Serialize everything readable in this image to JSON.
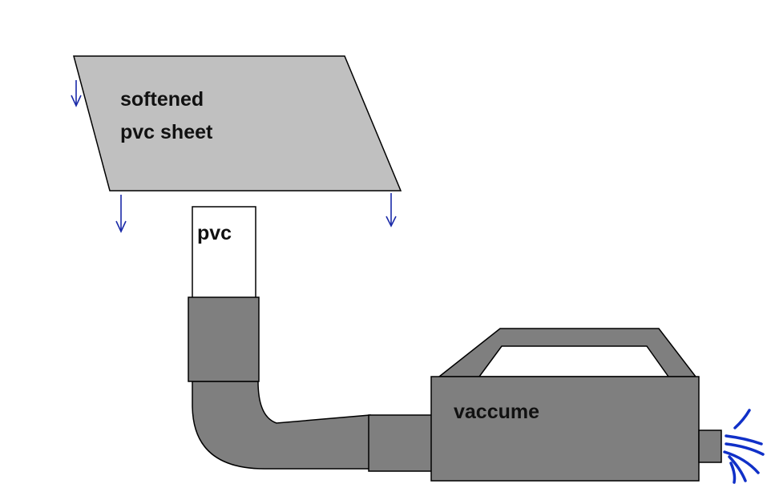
{
  "labels": {
    "sheet_line1": "softened",
    "sheet_line2": "pvc sheet",
    "pipe": "pvc",
    "vacuum": "vaccume"
  },
  "colors": {
    "sheet": "#c0c0c0",
    "hose": "#7f7f7f",
    "arrows": "#1a2aa8",
    "exhaust": "#1030c8",
    "outline": "#000000"
  },
  "icons": {
    "force_arrows": "down-arrow-icon",
    "exhaust": "air-exhaust-icon"
  }
}
